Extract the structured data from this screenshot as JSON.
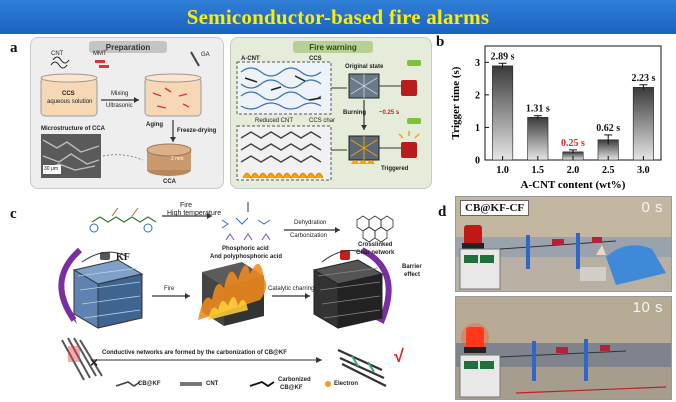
{
  "banner": {
    "title": "Semiconductor-based fire alarms"
  },
  "panel_a": {
    "letter": "a",
    "preparation": {
      "header": "Preparation",
      "labels": [
        "CNT",
        "MMT",
        "GA",
        "CCS",
        "aqueous solution",
        "Mixing",
        "Ultrasonic",
        "Aging",
        "Freeze-drying",
        "Microstructure of CCA",
        "CCA",
        "30 μm",
        "2 mm"
      ]
    },
    "fire_warning": {
      "header": "Fire warning",
      "labels": [
        "A-CNT",
        "CCS",
        "Original state",
        "Burning",
        "~0.25 s",
        "Reduced CNT",
        "CCS char",
        "Triggered"
      ]
    }
  },
  "chart_data": {
    "type": "bar",
    "panel_letter": "b",
    "categories": [
      "1.0",
      "1.5",
      "2.0",
      "2.5",
      "3.0"
    ],
    "values": [
      2.89,
      1.31,
      0.25,
      0.62,
      2.23
    ],
    "errors": [
      0.08,
      0.05,
      0.06,
      0.15,
      0.08
    ],
    "data_labels": [
      "2.89 s",
      "1.31 s",
      "0.25 s",
      "0.62 s",
      "2.23 s"
    ],
    "highlight_index": 2,
    "highlight_color": "#e02020",
    "xlabel": "A-CNT content (wt%)",
    "ylabel": "Trigger time (s)",
    "ylim": [
      0,
      3.5
    ],
    "yticks": [
      "0",
      "1",
      "2",
      "3"
    ],
    "grid": false
  },
  "panel_c": {
    "letter": "c",
    "labels": {
      "kf": "KF",
      "fire_top": "Fire",
      "high_temp": "High temperature",
      "phosphoric": "Phosphoric acid",
      "polyphosphoric": "And polyphosphoric acid",
      "dehydration": "Dehydration",
      "carbonization": "Carbonization",
      "crosslinked": "Crosslinked",
      "char_network": "Char network",
      "barrier": "Barrier",
      "effect": "effect",
      "fire_mid": "Fire",
      "catalytic": "Catalytic charring",
      "conductive": "Conductive networks are formed by the carbonization of CB@KF",
      "legend_cbkf": "CB@KF",
      "legend_cnt": "CNT",
      "legend_carbonized": "Carbonized",
      "legend_carbonized2": "CB@KF",
      "legend_electron": "Electron",
      "cross": "×",
      "check": "√"
    }
  },
  "panel_d": {
    "letter": "d",
    "sample_label": "CB@KF-CF",
    "time_top": "0 s",
    "time_bottom": "10 s"
  },
  "colors": {
    "banner": "#1b62c0",
    "banner_text": "#ffee00",
    "accent_red": "#e02020"
  }
}
